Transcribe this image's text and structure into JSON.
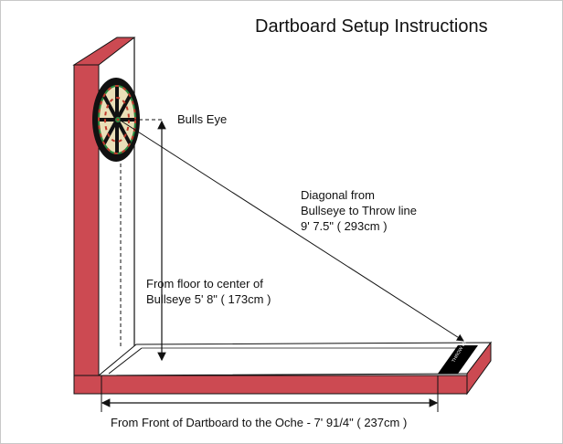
{
  "title": "Dartboard Setup Instructions",
  "labels": {
    "bulls_eye": "Bulls Eye",
    "diagonal": [
      "Diagonal from",
      "Bullseye to Throw line",
      "9' 7.5\" ( 293cm )"
    ],
    "height": [
      "From floor to center of",
      "Bullseye 5' 8\" ( 173cm )"
    ],
    "distance": "From Front of Dartboard to the Oche - 7' 91/4\" ( 237cm )",
    "throw_line_mark": "THROW LINE"
  },
  "colors": {
    "wall": "#cc4a52",
    "line": "#111111",
    "oche": "#000000"
  }
}
